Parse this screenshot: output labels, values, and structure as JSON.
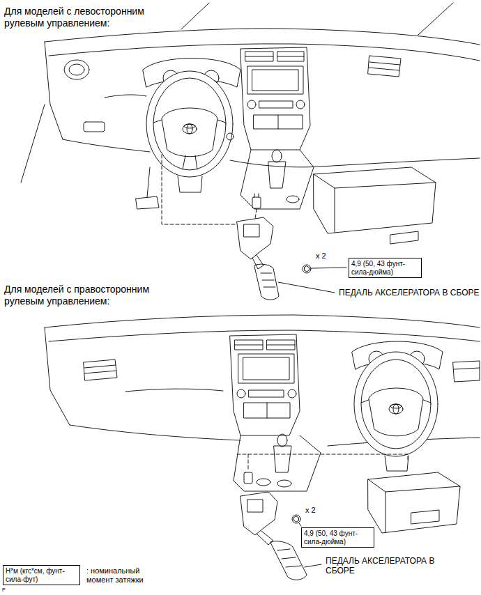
{
  "diagram": {
    "nodes": [
      {
        "text": [
          "4,9 (50, 43 фунт- сила-дюйма)"
        ]
      },
      {
        "text": [
          "4,9 (50, 43 фунт- сила-дюйма)"
        ]
      },
      {
        "text": [
          "Н*м (кгс*см, фунт- сила-фут)"
        ]
      }
    ],
    "labels": [
      "Для моделей с левосторонним рулевым управлением:",
      "x 2",
      "ПЕДАЛЬ АКСЕЛЕРАТОРА В СБОРЕ",
      "Для моделей с правосторонним рулевым управлением:",
      "x 2",
      "ПЕДАЛЬ АКСЕЛЕРАТОРА В СБОРЕ",
      "P"
    ],
    "legend": [
      {
        "text": ": номинальный момент затяжки"
      }
    ]
  }
}
